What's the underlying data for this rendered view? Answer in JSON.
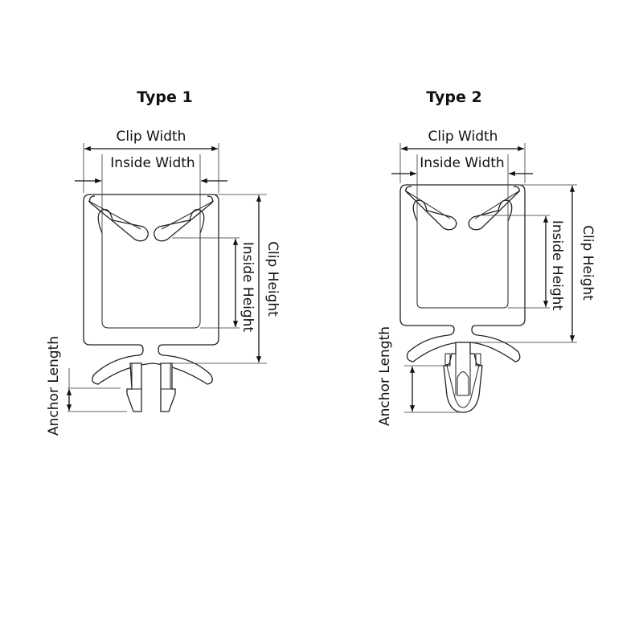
{
  "diagrams": [
    {
      "title": "Type 1",
      "labels": {
        "clip_width": "Clip Width",
        "inside_width": "Inside Width",
        "clip_height": "Clip Height",
        "inside_height": "Inside Height",
        "anchor_length": "Anchor Length"
      }
    },
    {
      "title": "Type 2",
      "labels": {
        "clip_width": "Clip Width",
        "inside_width": "Inside Width",
        "clip_height": "Clip Height",
        "inside_height": "Inside Height",
        "anchor_length": "Anchor Length"
      }
    }
  ]
}
